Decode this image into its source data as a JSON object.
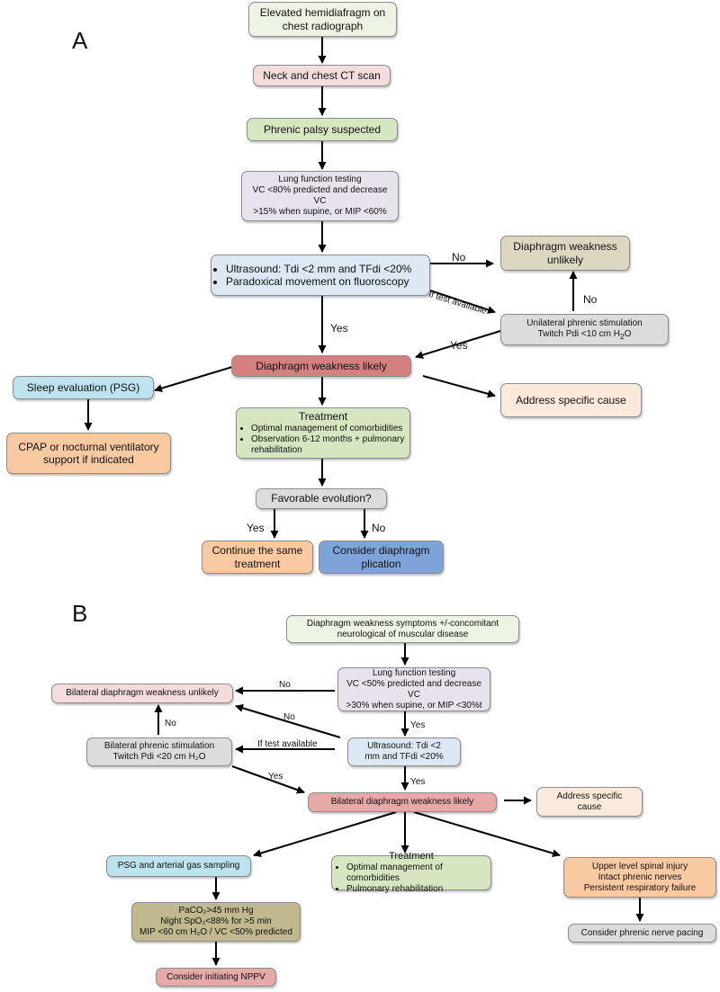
{
  "colors": {
    "green_light": "#eef4e3",
    "green": "#d5e6c0",
    "pink_light": "#f4dcdc",
    "lavender": "#e8e2ec",
    "blue_light": "#dde8f4",
    "tan": "#ddd6c0",
    "gray": "#dcdcdc",
    "red": "#d48080",
    "peach_light": "#fbeadb",
    "peach": "#f9c9a2",
    "sky": "#bde3ef",
    "blue": "#7ea3d8",
    "khaki": "#c1b88d",
    "rose": "#e7a8a8"
  },
  "panel_a": {
    "label": "A",
    "elevated": [
      "Elevated hemidiafragm on",
      "chest radiograph"
    ],
    "ct": "Neck and chest CT scan",
    "phrenic_suspected": "Phrenic palsy suspected",
    "lung_function": [
      "Lung function testing",
      "VC <80% predicted and decrease VC",
      ">15% when supine, or MIP <60%"
    ],
    "ultrasound": [
      "Ultrasound: Tdi <2 mm and TFdi <20%",
      "Paradoxical movement on fluoroscopy"
    ],
    "weakness_unlikely": [
      "Diaphragm weakness",
      "unlikely"
    ],
    "phrenic_stim": [
      "Unilateral phrenic stimulation",
      "Twitch Pdi <10 cm H",
      "2",
      "O"
    ],
    "weakness_likely": "Diaphragm weakness likely",
    "sleep_eval": "Sleep evaluation (PSG)",
    "cpap": [
      "CPAP or nocturnal ventilatory",
      "support if indicated"
    ],
    "treatment_title": "Treatment",
    "treatment_items": [
      "Optimal management of comorbidities",
      "Observation 6-12 months + pulmonary rehabilitation"
    ],
    "address_cause": "Address specific cause",
    "favorable": "Favorable evolution?",
    "continue": [
      "Continue the same",
      "treatment"
    ],
    "plication": [
      "Consider diaphragm",
      "plication"
    ],
    "lbl_no": "No",
    "lbl_no2": "No",
    "lbl_if_test": "If test available",
    "lbl_yes_stim": "Yes",
    "lbl_yes_us": "Yes",
    "lbl_yes_fav": "Yes",
    "lbl_no_fav": "No"
  },
  "panel_b": {
    "label": "B",
    "symptoms": [
      "Diaphragm weakness symptoms +/-concomitant",
      "neurological of muscular disease"
    ],
    "lung_function": [
      "Lung function testing",
      "VC <50% predicted and decrease VC",
      ">30% when supine, or  MIP <30%t"
    ],
    "bilateral_unlikely": "Bilateral diaphragm weakness unlikely",
    "bilateral_stim": [
      "Bilateral phrenic stimulation",
      "Twitch Pdi <20 cm H₂O"
    ],
    "ultrasound": [
      "Ultrasound: Tdi <2",
      "mm and TFdi <20%"
    ],
    "bilateral_likely": "Bilateral diaphragm weakness likely",
    "address_cause": [
      "Address specific",
      "cause"
    ],
    "psg": "PSG and arterial gas sampling",
    "treatment_title": "Treatment",
    "treatment_items": [
      "Optimal management of comorbidities",
      "Pulmonary rehabilitation"
    ],
    "spinal": [
      "Upper level spinal injury",
      "Intact phrenic nerves",
      "Persistent respiratory failure"
    ],
    "criteria": [
      "PaCO₂>45 mm Hg",
      "Night SpO₂<88% for >5 min",
      "MIP <60 cm H₂O / VC <50% predicted"
    ],
    "pacing": "Consider phrenic nerve pacing",
    "nppv": "Consider initiating NPPV",
    "lbl_no_lf": "No",
    "lbl_no_us": "No",
    "lbl_no_stim": "No",
    "lbl_if_test": "If test available",
    "lbl_yes_lf": "Yes",
    "lbl_yes_us": "Yes",
    "lbl_yes_stim": "Yes"
  }
}
